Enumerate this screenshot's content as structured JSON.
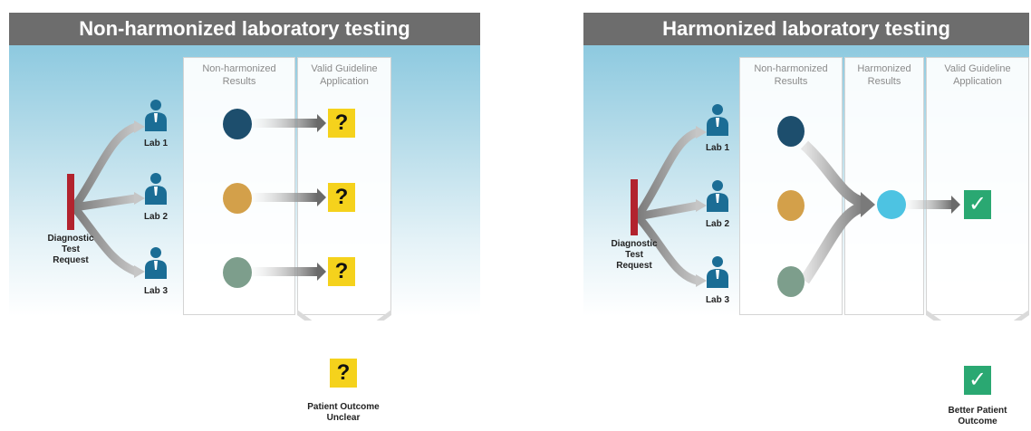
{
  "left_panel": {
    "title": "Non-harmonized laboratory testing",
    "columns": [
      "Non-harmonized\nResults",
      "Valid Guideline\nApplication"
    ],
    "request_label": "Diagnostic\nTest\nRequest",
    "labs": [
      "Lab 1",
      "Lab 2",
      "Lab 3"
    ],
    "result_mark": "?",
    "outcome_label": "Patient Outcome\nUnclear"
  },
  "right_panel": {
    "title": "Harmonized laboratory testing",
    "columns": [
      "Non-harmonized\nResults",
      "Harmonized\nResults",
      "Valid Guideline\nApplication"
    ],
    "request_label": "Diagnostic\nTest\nRequest",
    "labs": [
      "Lab 1",
      "Lab 2",
      "Lab 3"
    ],
    "result_mark": "✓",
    "outcome_label": "Better Patient\nOutcome"
  },
  "colors": {
    "title_bar": "#6d6d6d",
    "lab1_result": "#1d4e6d",
    "lab2_result": "#d3a04a",
    "lab3_result": "#7d9e8c",
    "harmonized_result": "#4dc3e2",
    "question_box": "#f5d21c",
    "check_box": "#2aa872",
    "request_bar": "#b2232e",
    "person_icon": "#1b6d95"
  }
}
